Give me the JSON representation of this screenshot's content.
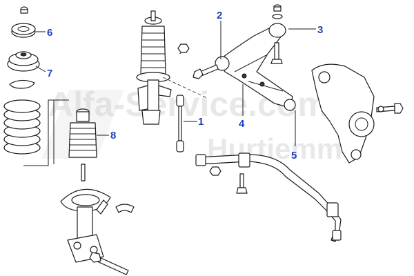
{
  "watermark": {
    "line1": "Alfa-Service.com",
    "line2": "Hurtiemme",
    "color": "#d6d6d6"
  },
  "callouts": [
    {
      "id": "c1",
      "label": "1"
    },
    {
      "id": "c2",
      "label": "2"
    },
    {
      "id": "c3",
      "label": "3"
    },
    {
      "id": "c4",
      "label": "4"
    },
    {
      "id": "c5",
      "label": "5"
    },
    {
      "id": "c6",
      "label": "6"
    },
    {
      "id": "c7",
      "label": "7"
    },
    {
      "id": "c8",
      "label": "8"
    }
  ],
  "colors": {
    "callout": "#1f3fbf",
    "line": "#1a1a1a"
  }
}
